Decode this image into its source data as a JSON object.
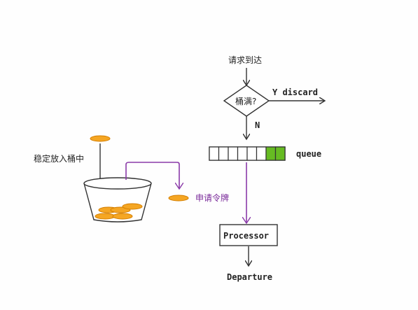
{
  "labels": {
    "request_arrives": "请求到达",
    "bucket_full": "桶满?",
    "yes_discard": "Y discard",
    "no": "N",
    "queue": "queue",
    "processor": "Processor",
    "departure": "Departure",
    "steady_put": "稳定放入桶中",
    "request_token": "申请令牌"
  },
  "queue": {
    "slots": 8,
    "filled": 2
  },
  "colors": {
    "line": "#333333",
    "purple": "#8a3aa8",
    "token_fill": "#f5a623",
    "token_stroke": "#d47e00",
    "queue_filled": "#66bb22"
  }
}
